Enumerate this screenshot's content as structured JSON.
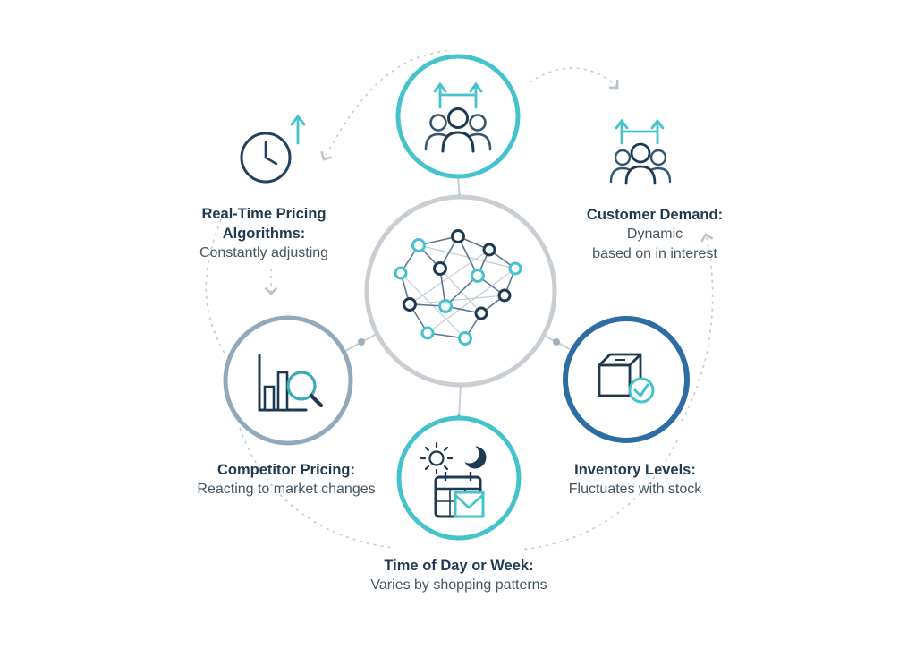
{
  "diagram_title": "Dynamic pricing factors network diagram",
  "colors": {
    "teal": "#45c3cd",
    "navy": "#1d3a52",
    "blue": "#2e6da4",
    "gray_ring": "#c9ced3",
    "slate_ring": "#92a9bb",
    "title_text": "#1f3a52",
    "desc_text": "#44555f",
    "dashed_line": "#c3ccd3"
  },
  "nodes": {
    "center": {
      "icon": "network-graph-icon"
    },
    "top": {
      "icon": "people-up-arrows-icon"
    },
    "realtime": {
      "icon": "clock-up-arrow-icon",
      "title_line1": "Real-Time Pricing",
      "title_line2": "Algorithms:",
      "desc": "Constantly adjusting"
    },
    "customer": {
      "icon": "people-up-arrows-icon",
      "title": "Customer Demand:",
      "desc_line1": "Dynamic",
      "desc_line2": "based on in interest"
    },
    "competitor": {
      "icon": "bar-chart-magnifier-icon",
      "title": "Competitor Pricing:",
      "desc": "Reacting to market changes"
    },
    "inventory": {
      "icon": "package-check-icon",
      "title": "Inventory Levels:",
      "desc": "Fluctuates with stock"
    },
    "time": {
      "icon": "sun-moon-calendar-icon",
      "title": "Time of Day or Week:",
      "desc": "Varies by shopping patterns"
    }
  }
}
